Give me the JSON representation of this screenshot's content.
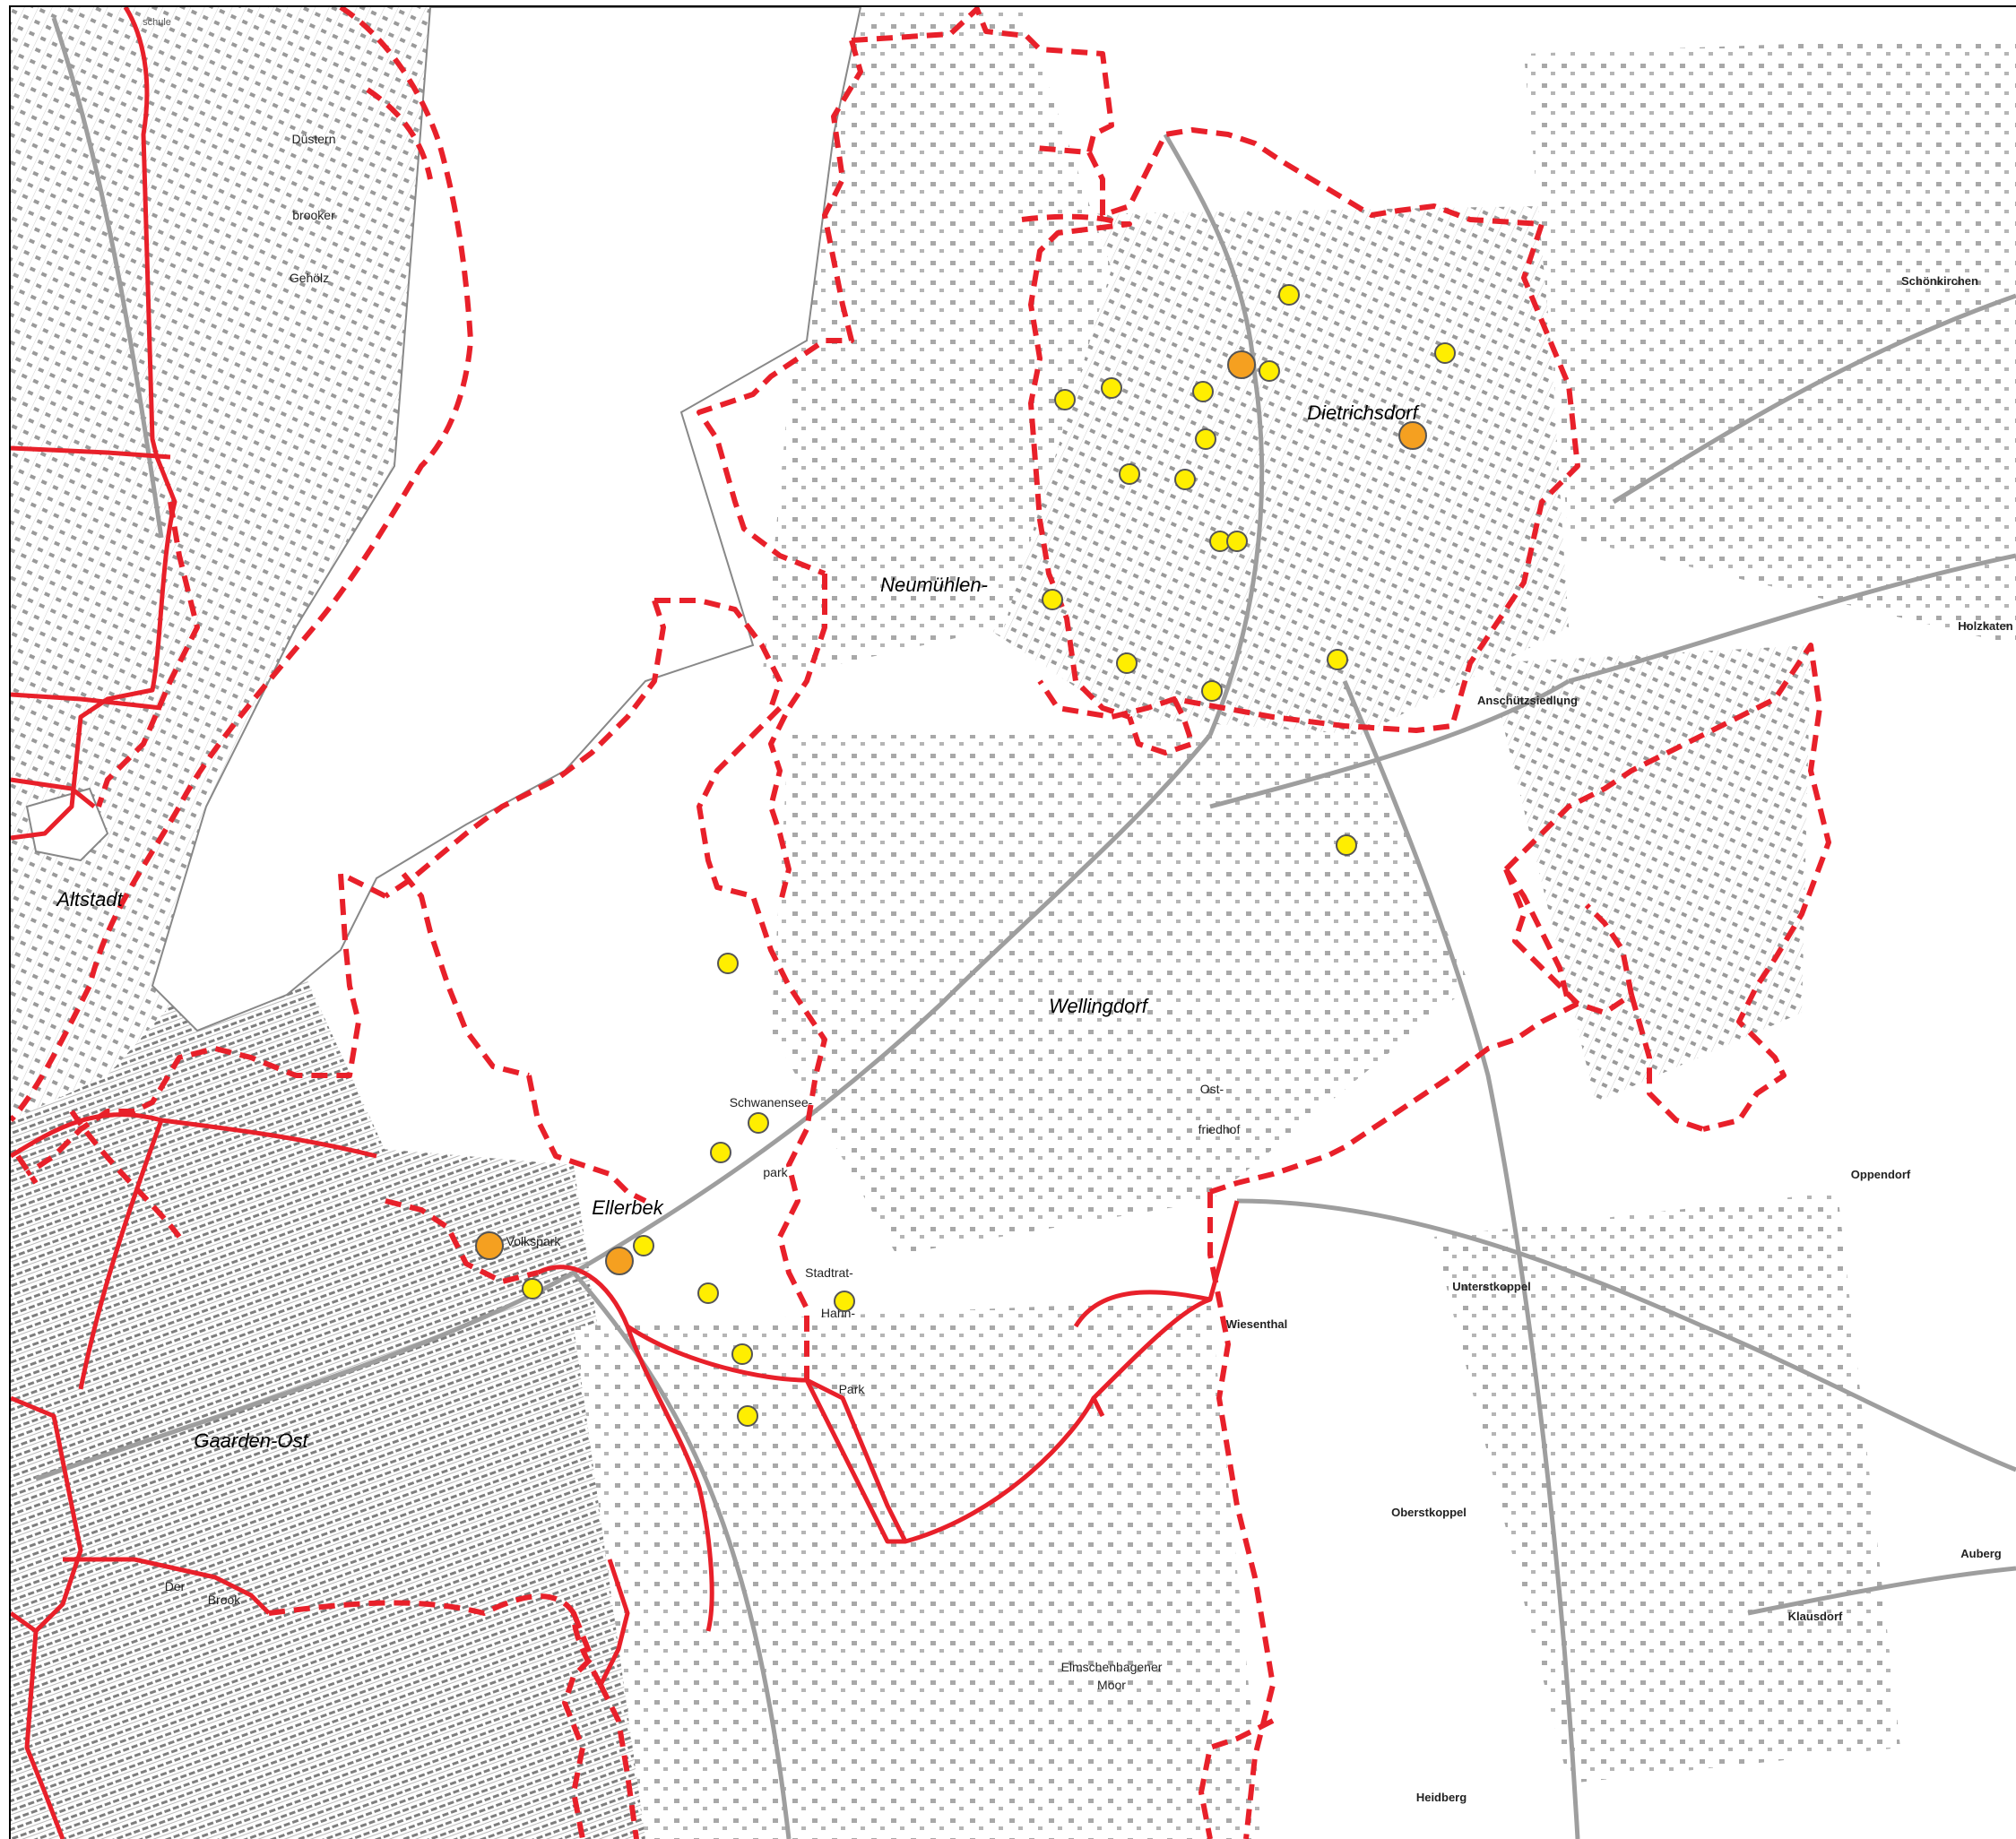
{
  "map": {
    "labels": {
      "altstadt": "Altstadt",
      "gaarden_ost": "Gaarden-Ost",
      "ellerbek": "Ellerbek",
      "wellingdorf": "Wellingdorf",
      "neumuehlen": "Neumühlen-",
      "dietrichsdorf": "Dietrichsdorf",
      "volkspark": "Volkspark",
      "schwanensee": "Schwanensee-",
      "park": "park",
      "stadtrat": "Stadtrat-",
      "hahn": "Hahn-",
      "hahn_park": "Park",
      "ost": "Ost-",
      "friedhof": "friedhof",
      "wiesenthal": "Wiesenthal",
      "unterstkoppel": "Unterstkoppel",
      "oberstkoppel": "Oberstkoppel",
      "oppendorf": "Oppendorf",
      "schoenkirchen": "Schönkirchen",
      "holzkaten": "Holzkaten",
      "anschuetzsiedlung": "Anschützsiedlung",
      "klausdorf": "Klausdorf",
      "auberg": "Auberg",
      "heidberg": "Heidberg",
      "der": "Der",
      "brook": "Brook",
      "duesternbrook": "Düstern",
      "brooker": "brooker",
      "gehoelz": "Gehölz",
      "ellerbek_moor": "Elmschenhagener",
      "moor": "Moor",
      "schule": "schule"
    },
    "colors": {
      "boundary": "#e8202a",
      "marker_yellow": "#ffee00",
      "marker_orange": "#f5a020",
      "marker_stroke": "#555555",
      "road": "#bdbdbd",
      "building": "#8a8a8a",
      "water": "#ffffff"
    }
  }
}
